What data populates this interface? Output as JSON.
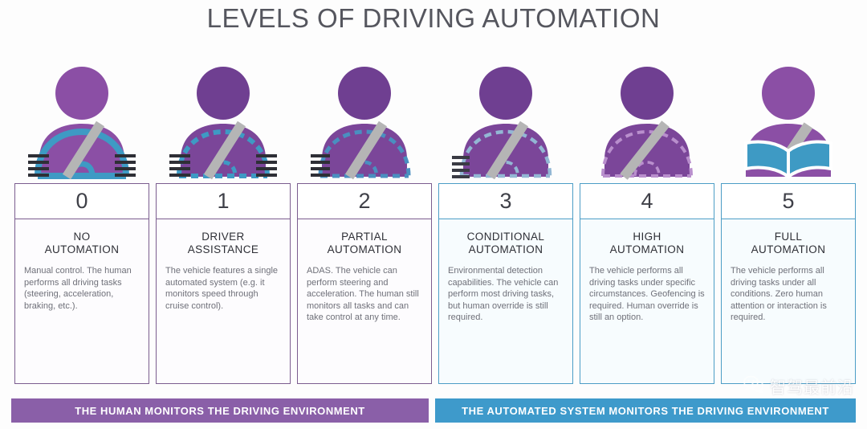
{
  "title": "LEVELS OF DRIVING AUTOMATION",
  "colors": {
    "purple_border": "#7b5d8f",
    "blue_border": "#4c9dc6",
    "purple_banner": "#8a5fa8",
    "blue_banner": "#3e9acb",
    "figure_purple": "#8b4fa5",
    "figure_blue": "#3e9ac4",
    "seatbelt_gray": "#b5b5b5",
    "title_gray": "#55565e",
    "body_gray": "#6f7079"
  },
  "levels": [
    {
      "number": "0",
      "heading": "NO\nAUTOMATION",
      "description": "Manual control. The human performs all driving tasks (steering, acceleration, braking, etc.).",
      "accent": "purple",
      "icon": "driver-hands-on-wheel-icon"
    },
    {
      "number": "1",
      "heading": "DRIVER\nASSISTANCE",
      "description": "The vehicle features a single automated system (e.g. it monitors speed through cruise control).",
      "accent": "purple",
      "icon": "driver-dashed-wheel-two-hands-icon"
    },
    {
      "number": "2",
      "heading": "PARTIAL\nAUTOMATION",
      "description": "ADAS. The vehicle can perform steering and acceleration. The human still monitors all tasks and can take control at any time.",
      "accent": "purple",
      "icon": "driver-dashed-wheel-one-hand-icon"
    },
    {
      "number": "3",
      "heading": "CONDITIONAL\nAUTOMATION",
      "description": "Environmental detection capabilities. The vehicle can perform most driving tasks, but human override is still required.",
      "accent": "blue",
      "icon": "driver-faded-wheel-one-hand-icon"
    },
    {
      "number": "4",
      "heading": "HIGH\nAUTOMATION",
      "description": "The vehicle performs all driving tasks under specific circumstances. Geofencing is required. Human override is still an option.",
      "accent": "blue",
      "icon": "driver-ghost-wheel-no-hands-icon"
    },
    {
      "number": "5",
      "heading": "FULL\nAUTOMATION",
      "description": "The vehicle performs all driving tasks under all conditions. Zero human attention or interaction is required.",
      "accent": "blue",
      "icon": "passenger-reading-book-icon"
    }
  ],
  "banners": {
    "human": "THE HUMAN MONITORS THE DRIVING ENVIRONMENT",
    "automated": "THE AUTOMATED SYSTEM MONITORS THE DRIVING ENVIRONMENT"
  },
  "watermark": {
    "text": "智驾最前沿",
    "icon": "wechat-icon"
  }
}
